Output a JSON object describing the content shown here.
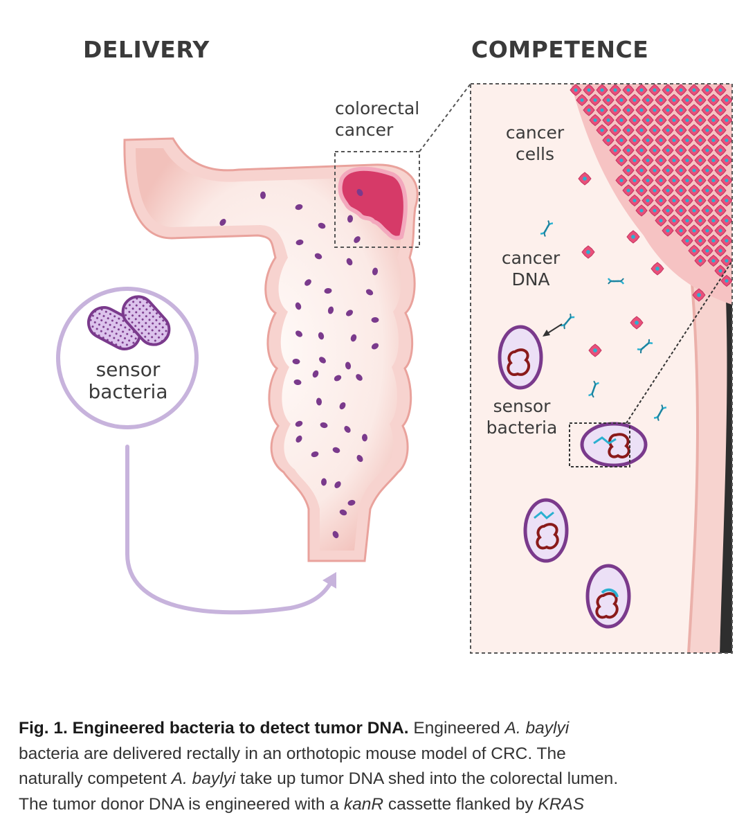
{
  "panels": {
    "delivery": {
      "heading": "DELIVERY"
    },
    "competence": {
      "heading": "COMPETENCE"
    }
  },
  "labels": {
    "colorectal_cancer": [
      "colorectal",
      "cancer"
    ],
    "sensor_bacteria_circle": [
      "sensor",
      "bacteria"
    ],
    "cancer_cells": [
      "cancer",
      "cells"
    ],
    "cancer_dna": [
      "cancer",
      "DNA"
    ],
    "sensor_bacteria_zoom": [
      "sensor",
      "bacteria"
    ]
  },
  "caption": {
    "title": "Fig. 1. Engineered bacteria to detect tumor DNA.",
    "line1_text": " Engineered ",
    "line1_italic": "A. baylyi",
    "line2": "bacteria are delivered rectally in an orthotopic mouse model of CRC. The",
    "line3_text1": "naturally competent ",
    "line3_italic": "A. baylyi",
    "line3_text2": " take up tumor DNA shed into the colorectal lumen.",
    "line4_text1": "The tumor donor DNA is engineered with a ",
    "line4_italic1": "kanR",
    "line4_text2": " cassette flanked by ",
    "line4_italic2": "KRAS"
  },
  "colors": {
    "tissue_fill": "#f7d3cf",
    "tissue_edge": "#e9a29c",
    "lumen": "#fdf3f0",
    "tumor": "#d63a68",
    "bacteria": "#7a3a8c",
    "dna": "#2ab0d0",
    "arrow": "#c7b3dc",
    "dark_wall": "#2e2e2e"
  },
  "icons": [
    "colon-shape",
    "tumor-blob",
    "bacteria-icon",
    "dna-icon",
    "cancer-cell-icon",
    "curved-arrow-icon"
  ]
}
